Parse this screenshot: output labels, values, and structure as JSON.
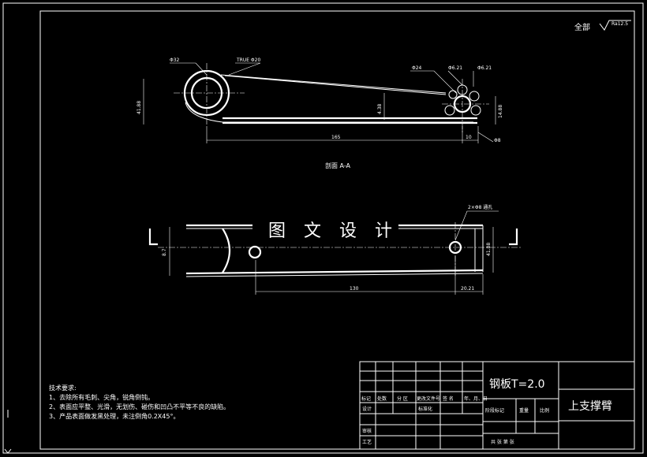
{
  "drawing": {
    "surface_finish": "全部",
    "surface_finish_value": "Ra12.5",
    "section_label": "剖面 A-A",
    "watermark": "图 文 设 计",
    "dims": {
      "d32": "Φ32",
      "true_d20": "TRUE Φ20",
      "d24": "Φ24",
      "d621a": "Φ6.21",
      "d621b": "Φ6.21",
      "d8": "Φ8",
      "h_left": "41.88",
      "h_mid": "4.38",
      "h_right": "14.88",
      "len_top": "165",
      "len_10": "10",
      "hole_note": "2×Φ8 通孔",
      "h_bottom": "8.7",
      "h_bottom_right": "41.88",
      "len_bottom": "130",
      "len_bottom_right": "20.21"
    },
    "tech": {
      "title": "技术要求:",
      "item1": "1、去除所有毛刺、尖角，锐角倒钝。",
      "item2": "2、表面应平整、光滑，无划伤、碰伤和凹凸不平等不良的缺陷。",
      "item3": "3、产品表面做发黑处理，未注倒角0.2X45°。"
    },
    "title_block": {
      "material": "钢板T=2.0",
      "part_name": "上支撑臂",
      "h_mark": "标记",
      "h_count": "处数",
      "h_zone": "分 区",
      "h_doc": "更改文件号",
      "h_sign": "签 名",
      "h_date": "年、月、日",
      "r_design": "设计",
      "r_std": "标准化",
      "r_review": "审核",
      "r_process": "工艺",
      "stage": "阶段标记",
      "weight": "重量",
      "scale": "比例",
      "sheets": "共    张 第   张"
    }
  }
}
